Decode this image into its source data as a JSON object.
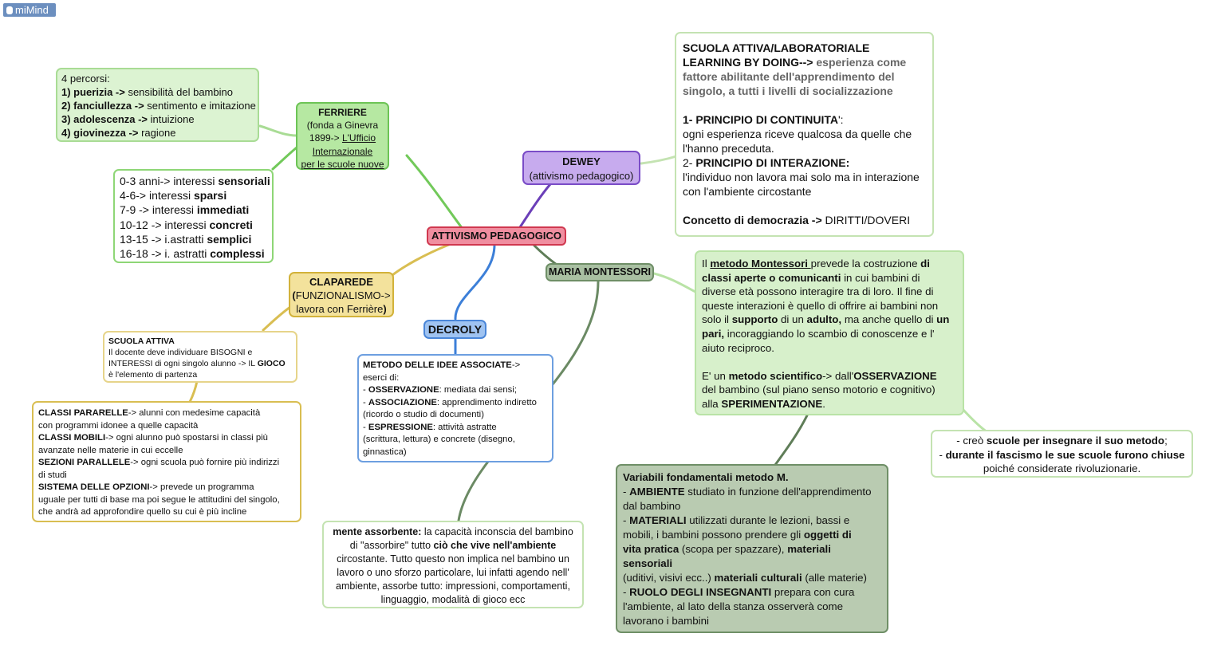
{
  "logo": {
    "text": "miMind"
  },
  "colors": {
    "root": "#e8788f",
    "ferriere": "#72c95a",
    "dewey": "#a17ad6",
    "montessori": "#7f9e76",
    "decroly": "#6d9fe0",
    "claparede": "#d9be52"
  },
  "root": {
    "label": "ATTIVISMO PEDAGOGICO"
  },
  "ferriere": {
    "title": "FERRIERE",
    "line1": "(fonda a Ginevra",
    "line2": "1899-> ",
    "link1": "L'Ufficio",
    "link2": "Internazionale",
    "link3": "per le scuole nuove"
  },
  "percorsi": {
    "heading": "4 percorsi:",
    "items": [
      {
        "b": "1) puerizia ->",
        "t": " sensibilità del bambino"
      },
      {
        "b": "2) fanciullezza ->",
        "t": " sentimento e imitazione"
      },
      {
        "b": "3) adolescenza ->",
        "t": " intuizione"
      },
      {
        "b": "4) giovinezza ->",
        "t": " ragione"
      }
    ]
  },
  "interessi": {
    "items": [
      {
        "t": "0-3 anni-> interessi ",
        "b": "sensoriali"
      },
      {
        "t": "4-6-> interessi ",
        "b": "sparsi"
      },
      {
        "t": "7-9 -> interessi ",
        "b": "immediati"
      },
      {
        "t": "10-12 -> interessi ",
        "b": "concreti"
      },
      {
        "t": "13-15 -> i.astratti ",
        "b": "semplici"
      },
      {
        "t": "16-18 -> i. astratti ",
        "b": "complessi"
      }
    ]
  },
  "dewey": {
    "title": "DEWEY",
    "subtitle": "(attivismo pedagogico)"
  },
  "scuola_attiva_dewey": {
    "l1": "SCUOLA ATTIVA/LABORATORIALE",
    "l2b": "LEARNING BY DOING-->",
    "l2g": " esperienza come",
    "l3": "fattore abilitante dell'apprendimento del",
    "l4": "singolo, a tutti i livelli di socializzazione",
    "p1b": "1- PRINCIPIO DI CONTINUITA",
    "p1t": "':",
    "p1a": "ogni esperienza riceve qualcosa da quelle che",
    "p1c": "l'hanno preceduta.",
    "p2n": "2- ",
    "p2b": "PRINCIPIO DI INTERAZIONE:",
    "p2a": "l'individuo non lavora mai solo ma in interazione",
    "p2c": "con l'ambiente circostante",
    "demb": "Concetto di democrazia ->",
    "demt": " DIRITTI/DOVERI"
  },
  "claparede": {
    "title": "CLAPAREDE",
    "open": "(",
    "mid": "FUNZIONALISMO->",
    "line3": "lavora con Ferrière",
    "close": ")"
  },
  "scuola_attiva": {
    "title": "SCUOLA ATTIVA",
    "l1": "Il docente deve individuare BISOGNI e",
    "l2": "INTERESSI di ogni singolo alunno -> IL ",
    "l2b": "GIOCO",
    "l3": "è l'elemento di partenza"
  },
  "classi": {
    "a_b": "CLASSI PARARELLE",
    "a_t": "-> alunni con medesime capacità",
    "a2": "con programmi idonee a quelle capacità",
    "b_b": "CLASSI MOBILI",
    "b_t": "-> ogni alunno può spostarsi in classi più",
    "b2": "avanzate nelle materie in cui eccelle",
    "c_b": "SEZIONI PARALLELE",
    "c_t": "-> ogni scuola può fornire più indirizzi",
    "c2": "di studi",
    "d_b": "SISTEMA DELLE OPZIONI",
    "d_t": "-> prevede un programma",
    "d2": "uguale per tutti di base ma poi segue le attitudini del singolo,",
    "d3": "che andrà ad approfondire quello su cui è più incline"
  },
  "decroly": {
    "title": "DECROLY"
  },
  "idee_associate": {
    "l1b": "METODO DELLE IDEE ASSOCIATE",
    "l1t": "->",
    "l2": "eserci di:",
    "l3b": "OSSERVAZIONE",
    "l3t": ": mediata dai sensi;",
    "l4b": "ASSOCIAZIONE",
    "l4t": ": apprendimento indiretto",
    "l5": "(ricordo o studio di documenti)",
    "l6b": "ESPRESSIONE",
    "l6t": ": attività astratte",
    "l7": "(scrittura, lettura) e concrete (disegno,",
    "l8": "ginnastica)",
    "dash": "- "
  },
  "montessori": {
    "title": "MARIA MONTESSORI"
  },
  "metodo": {
    "p1": "Il ",
    "p1u": "metodo Montessori ",
    "p1b": "prevede la costruzione ",
    "p1c": "di",
    "p2b": "classi aperte o comunicanti",
    "p2t": " in cui bambini di",
    "p3": "diverse età possono interagire tra di loro. Il fine di",
    "p4": "queste interazioni è quello di offrire ai bambini non",
    "p5": "solo il ",
    "p5b": "supporto",
    "p5t": " di un ",
    "p5b2": "adulto,",
    "p5t2": " ma anche quello di ",
    "p5b3": "un",
    "p6b": "pari,",
    "p6t": " incoraggiando lo scambio di conoscenze e l'",
    "p7": "aiuto reciproco.",
    "q1": "E' un ",
    "q1b": "metodo scientifico",
    "q1t": "-> dall'",
    "q1b2": "OSSERVAZIONE",
    "q2": "del bambino (sul piano senso motorio e cognitivo)",
    "q3": "alla ",
    "q3b": "SPERIMENTAZIONE",
    "q3t": "."
  },
  "scuole": {
    "l1": "- creò ",
    "l1b": "scuole per insegnare il suo metodo",
    "l1t": ";",
    "l2": "- ",
    "l2b": "durante il fascismo le sue scuole furono chiuse",
    "l3": "poiché considerate rivoluzionarie."
  },
  "variabili": {
    "title": "Variabili fondamentali metodo M.",
    "a": "- ",
    "ab": "AMBIENTE",
    "at": " studiato in funzione dell'apprendimento",
    "a2": "dal bambino",
    "bb": "MATERIALI",
    "bt": " utilizzati durante le lezioni, bassi e",
    "b2": "mobili, i bambini possono prendere gli ",
    "b2b": "oggetti di",
    "b3b": "vita pratica",
    "b3t": " (scopa per spazzare), ",
    "b3b2": "materiali",
    "b4b": "sensoriali",
    "b5": "(uditivi, visivi ecc..) ",
    "b5b": "materiali culturali",
    "b5t": " (alle materie)",
    "cb": "RUOLO DEGLI INSEGNANTI",
    "ct": " prepara con cura",
    "c2": "l'ambiente, al lato della stanza osserverà come",
    "c3": "lavorano i bambini"
  },
  "mente": {
    "b": "mente assorbente:",
    "t": " la capacità inconscia del bambino",
    "l2": "di \"assorbire\" tutto ",
    "l2b": "ciò che vive nell'ambiente",
    "l3": "circostante. Tutto questo non implica nel bambino un",
    "l4": "lavoro o uno sforzo particolare, lui infatti agendo nell'",
    "l5": "ambiente, assorbe tutto: impressioni, comportamenti,",
    "l6": "linguaggio, modalità di gioco ecc"
  }
}
